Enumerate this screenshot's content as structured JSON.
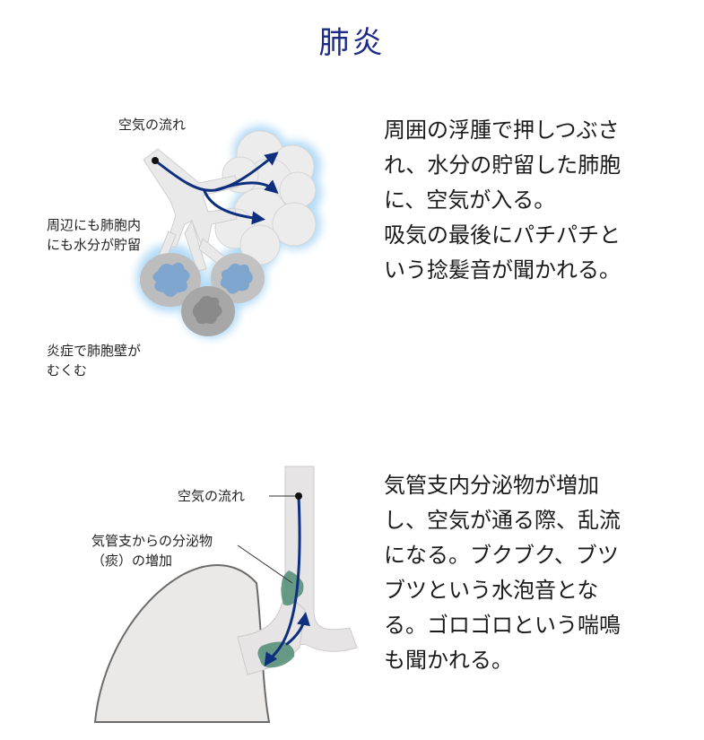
{
  "title": "肺炎",
  "top_diagram": {
    "labels": {
      "airflow": "空気の流れ",
      "fluid": "周辺にも肺胞内\nにも水分が貯留",
      "inflammation": "炎症で肺胞壁が\nむくむ"
    },
    "description": "周囲の浮腫で押しつぶさ\nれ、水分の貯留した肺胞\nに、空気が入る。\n吸気の最後にパチパチと\nいう捻髪音が聞かれる。"
  },
  "bottom_diagram": {
    "labels": {
      "airflow": "空気の流れ",
      "secretion": "気管支からの分泌物\n（痰）の増加"
    },
    "description": "気管支内分泌物が増加\nし、空気が通る際、乱流\nになる。ブクブク、ブツ\nブツという水泡音とな\nる。ゴロゴロという喘鳴\nも聞かれる。"
  },
  "colors": {
    "title": "#1c2a8a",
    "arrow": "#0d2f7e",
    "glow": "#a9d6f5",
    "alveolus_fill": "#ececec",
    "fluid_fill": "#bcbcbc",
    "fluid_inner": "#7fa6cf",
    "secretion": "#4f8d75",
    "lung_fill": "#ebe8e8",
    "lung_outline": "#6b6b6b"
  }
}
